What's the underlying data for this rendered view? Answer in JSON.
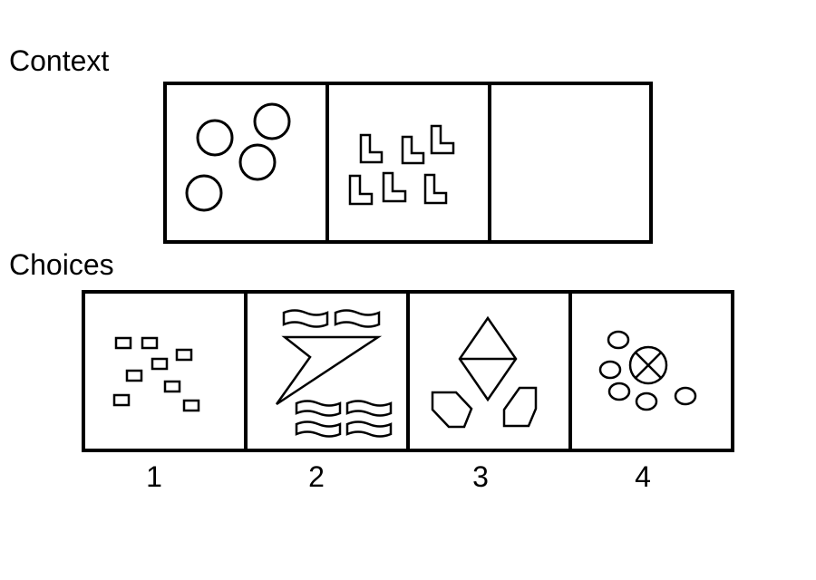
{
  "labels": {
    "context": "Context",
    "choices": "Choices"
  },
  "context_panels": [
    {
      "id": "panel-1",
      "content": "four circles"
    },
    {
      "id": "panel-2",
      "content": "six L shapes"
    },
    {
      "id": "panel-3",
      "content": ""
    }
  ],
  "choices": [
    {
      "number": "1"
    },
    {
      "number": "2"
    },
    {
      "number": "3"
    },
    {
      "number": "4"
    }
  ],
  "colors": {
    "stroke": "#000000",
    "background": "#ffffff"
  }
}
